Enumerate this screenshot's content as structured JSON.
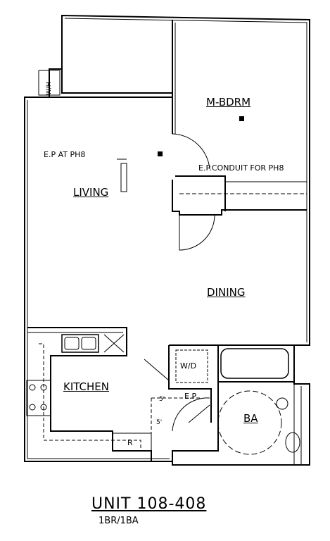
{
  "rooms": {
    "living": "LIVING",
    "bedroom": "M-BDRM",
    "dining": "DINING",
    "kitchen": "KITCHEN",
    "bath": "BA"
  },
  "notes": {
    "ep_at_ph8": "E.P AT PH8",
    "ep_conduit": "E.P.CONDUIT FOR PH8",
    "ep": "E.P",
    "water_heater": "W/H",
    "washer_dryer": "W/D",
    "refrigerator": "R",
    "dim_5a": "5'",
    "dim_5b": "5'"
  },
  "unit": {
    "title": "UNIT 108-408",
    "subtitle": "1BR/1BA"
  }
}
